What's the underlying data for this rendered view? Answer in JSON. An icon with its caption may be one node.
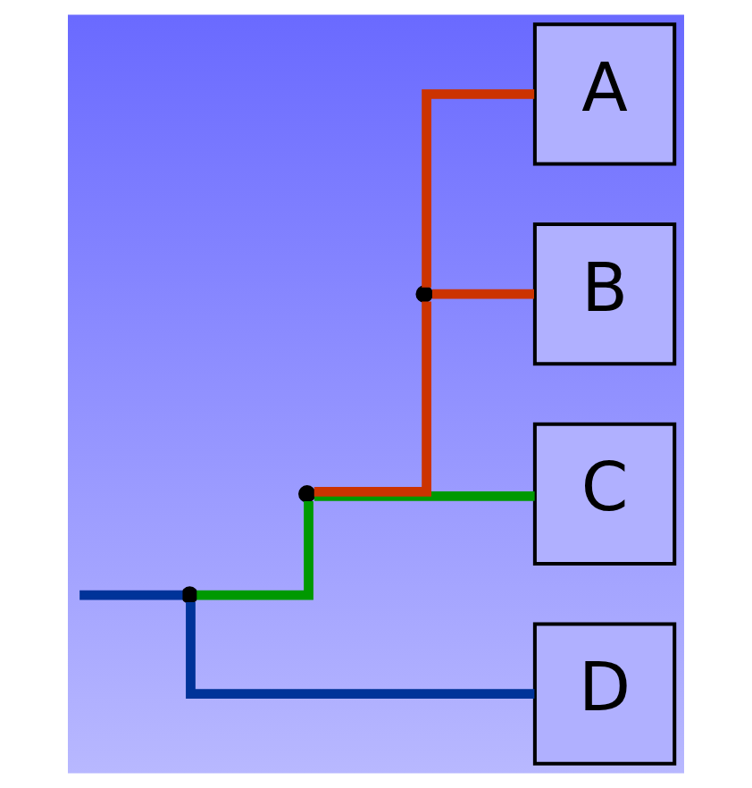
{
  "diagram": {
    "nodes": [
      {
        "text": [
          "A"
        ]
      },
      {
        "text": [
          "B"
        ]
      },
      {
        "text": [
          "C"
        ]
      },
      {
        "text": [
          "D"
        ]
      },
      {
        "text": [],
        "shape": "point"
      },
      {
        "text": [],
        "shape": "point"
      },
      {
        "text": [],
        "shape": "point"
      }
    ],
    "edges": [
      {
        "from": null,
        "to": 4,
        "arrow": "none",
        "color": "#003399"
      },
      {
        "from": 4,
        "to": 5,
        "arrow": "none",
        "color": "#009900"
      },
      {
        "from": 4,
        "to": 3,
        "arrow": "none",
        "color": "#003399"
      },
      {
        "from": 5,
        "to": 6,
        "arrow": "none",
        "color": "#cc3300"
      },
      {
        "from": 5,
        "to": 2,
        "arrow": "none",
        "color": "#009900"
      },
      {
        "from": 6,
        "to": 0,
        "arrow": "none",
        "color": "#cc3300"
      },
      {
        "from": 6,
        "to": 1,
        "arrow": "none",
        "color": "#cc3300"
      }
    ]
  }
}
